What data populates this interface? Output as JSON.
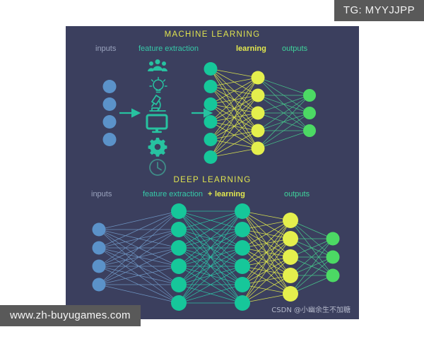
{
  "badge": {
    "text": "TG: MYYJJPP"
  },
  "watermark": {
    "site": "www.zh-buyugames.com",
    "csdn": "CSDN @小幽余生不加糖"
  },
  "diagram": {
    "machine_learning": {
      "title": "MACHINE LEARNING",
      "labels": {
        "inputs": "inputs",
        "feature_extraction": "feature extraction",
        "learning": "learning",
        "outputs": "outputs"
      },
      "icons": [
        "people-icon",
        "lightbulb-icon",
        "microscope-icon",
        "monitor-icon",
        "gear-icon",
        "clock-icon"
      ],
      "layers": [
        {
          "name": "inputs",
          "count": 4,
          "color": "#5b92c9"
        },
        {
          "name": "hidden-teal",
          "count": 6,
          "color": "#16c79a"
        },
        {
          "name": "hidden-yellow",
          "count": 5,
          "color": "#e4ef4d"
        },
        {
          "name": "outputs",
          "count": 3,
          "color": "#4cd964"
        }
      ]
    },
    "deep_learning": {
      "title": "DEEP LEARNING",
      "labels": {
        "inputs": "inputs",
        "feature_extraction": "feature extraction",
        "plus": "+",
        "learning": "learning",
        "outputs": "outputs"
      },
      "layers": [
        {
          "name": "inputs",
          "count": 4,
          "color": "#5b92c9"
        },
        {
          "name": "hidden-teal-1",
          "count": 6,
          "color": "#16c79a"
        },
        {
          "name": "hidden-teal-2",
          "count": 6,
          "color": "#16c79a"
        },
        {
          "name": "hidden-yellow",
          "count": 5,
          "color": "#e4ef4d"
        },
        {
          "name": "outputs",
          "count": 3,
          "color": "#4cd964"
        }
      ]
    },
    "colors": {
      "background": "#3b3f5e",
      "input_blue": "#5b92c9",
      "teal": "#16c79a",
      "yellow": "#e4ef4d",
      "green": "#4cd964",
      "title_yellow": "#dfe34f",
      "label_gray": "#9aa3bd"
    }
  }
}
